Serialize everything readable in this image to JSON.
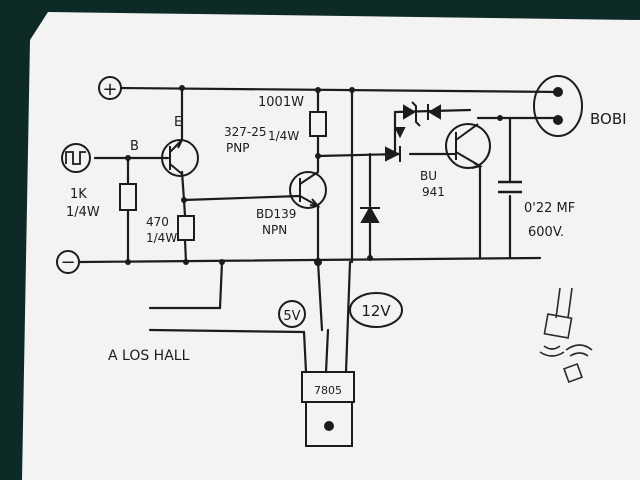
{
  "labels": {
    "plus_terminal": "+",
    "minus_terminal": "−",
    "base_label": "B",
    "emitter_label": "E",
    "r_base_value": "1K",
    "r_base_power": "1/4W",
    "r_mid_value": "470",
    "r_mid_power": "1/4W",
    "r_coll_value": "1001W",
    "r_coll_power": "1/4W",
    "pnp_part": "327-25",
    "pnp_type": "PNP",
    "npn_part": "BD139",
    "npn_type": "NPN",
    "bu_part_a": "BU",
    "bu_part_b": "941",
    "cap_value": "0'22 MF",
    "cap_voltage": "600V.",
    "coil_label": "BOBI",
    "supply_5v": "5V",
    "supply_12v": "12V",
    "regulator": "7805",
    "hall_label": "A LOS HALL"
  },
  "colors": {
    "paper": "#f4f3f4",
    "ink": "#1c1c1c",
    "background": "#0d2a26"
  }
}
